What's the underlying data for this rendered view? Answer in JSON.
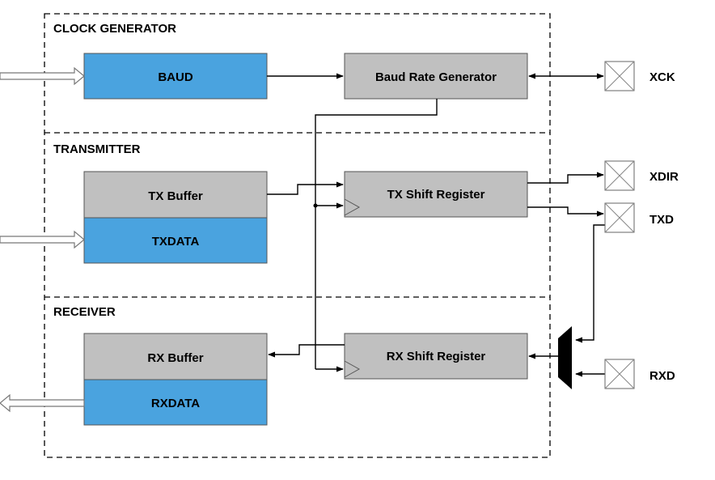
{
  "sections": {
    "clock_generator": "CLOCK GENERATOR",
    "transmitter": "TRANSMITTER",
    "receiver": "RECEIVER"
  },
  "blocks": {
    "baud": "BAUD",
    "baud_rate_generator": "Baud Rate Generator",
    "tx_buffer": "TX Buffer",
    "txdata": "TXDATA",
    "tx_shift_register": "TX Shift Register",
    "rx_buffer": "RX Buffer",
    "rxdata": "RXDATA",
    "rx_shift_register": "RX Shift Register"
  },
  "pins": {
    "xck": "XCK",
    "xdir": "XDIR",
    "txd": "TXD",
    "rxd": "RXD"
  },
  "colors": {
    "register_blue": "#4aa3df",
    "logic_gray": "#c0c0c0"
  }
}
